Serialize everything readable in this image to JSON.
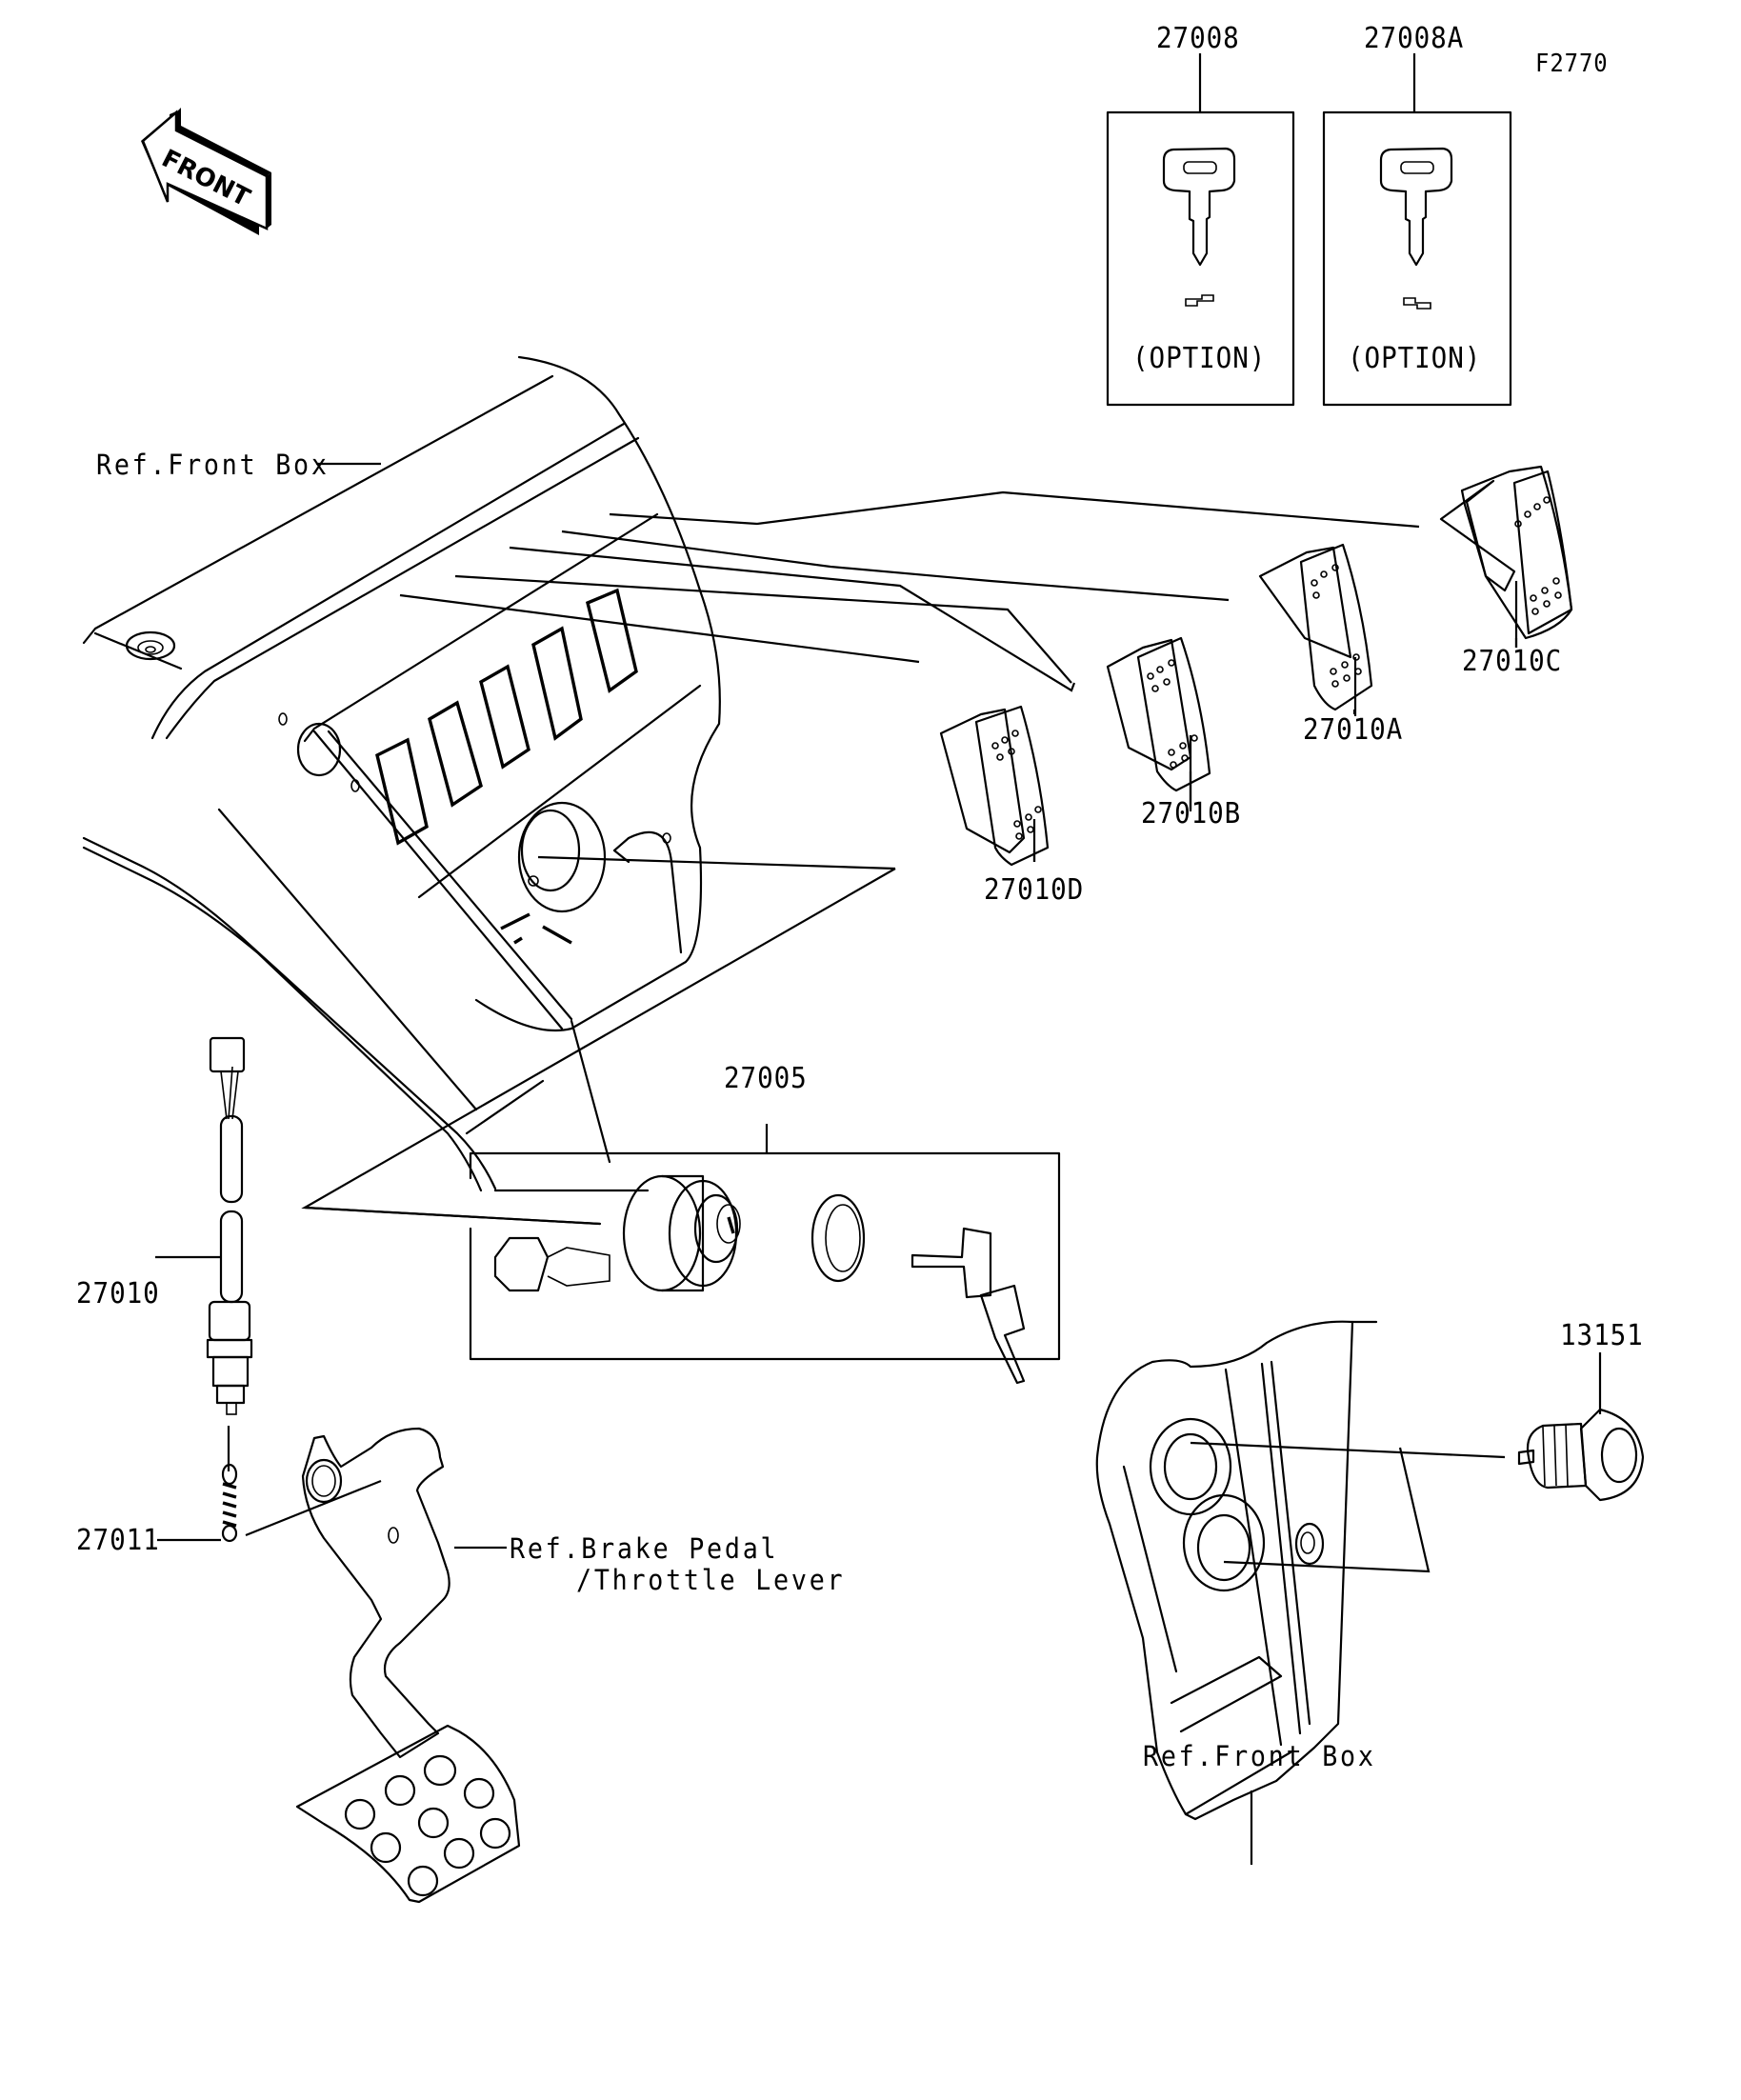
{
  "figure_id": "F2770",
  "front_arrow": {
    "label": "FRONT",
    "icon": "front-direction-arrow-icon"
  },
  "option_keys": [
    {
      "part_no": "27008",
      "note": "(OPTION)",
      "icon": "key-icon"
    },
    {
      "part_no": "27008A",
      "note": "(OPTION)",
      "icon": "key-icon"
    }
  ],
  "rocker_switches": [
    {
      "part_no": "27010C"
    },
    {
      "part_no": "27010A"
    },
    {
      "part_no": "27010B"
    },
    {
      "part_no": "27010D"
    }
  ],
  "ignition_switch": {
    "part_no": "27005"
  },
  "brake_switch": {
    "part_no": "27010"
  },
  "spring": {
    "part_no": "27011"
  },
  "socket": {
    "part_no": "13151"
  },
  "references": {
    "front_box_top": "Ref.Front Box",
    "front_box_bottom": "Ref.Front Box",
    "brake_pedal_line1": "Ref.Brake Pedal",
    "brake_pedal_line2": "/Throttle Lever"
  }
}
